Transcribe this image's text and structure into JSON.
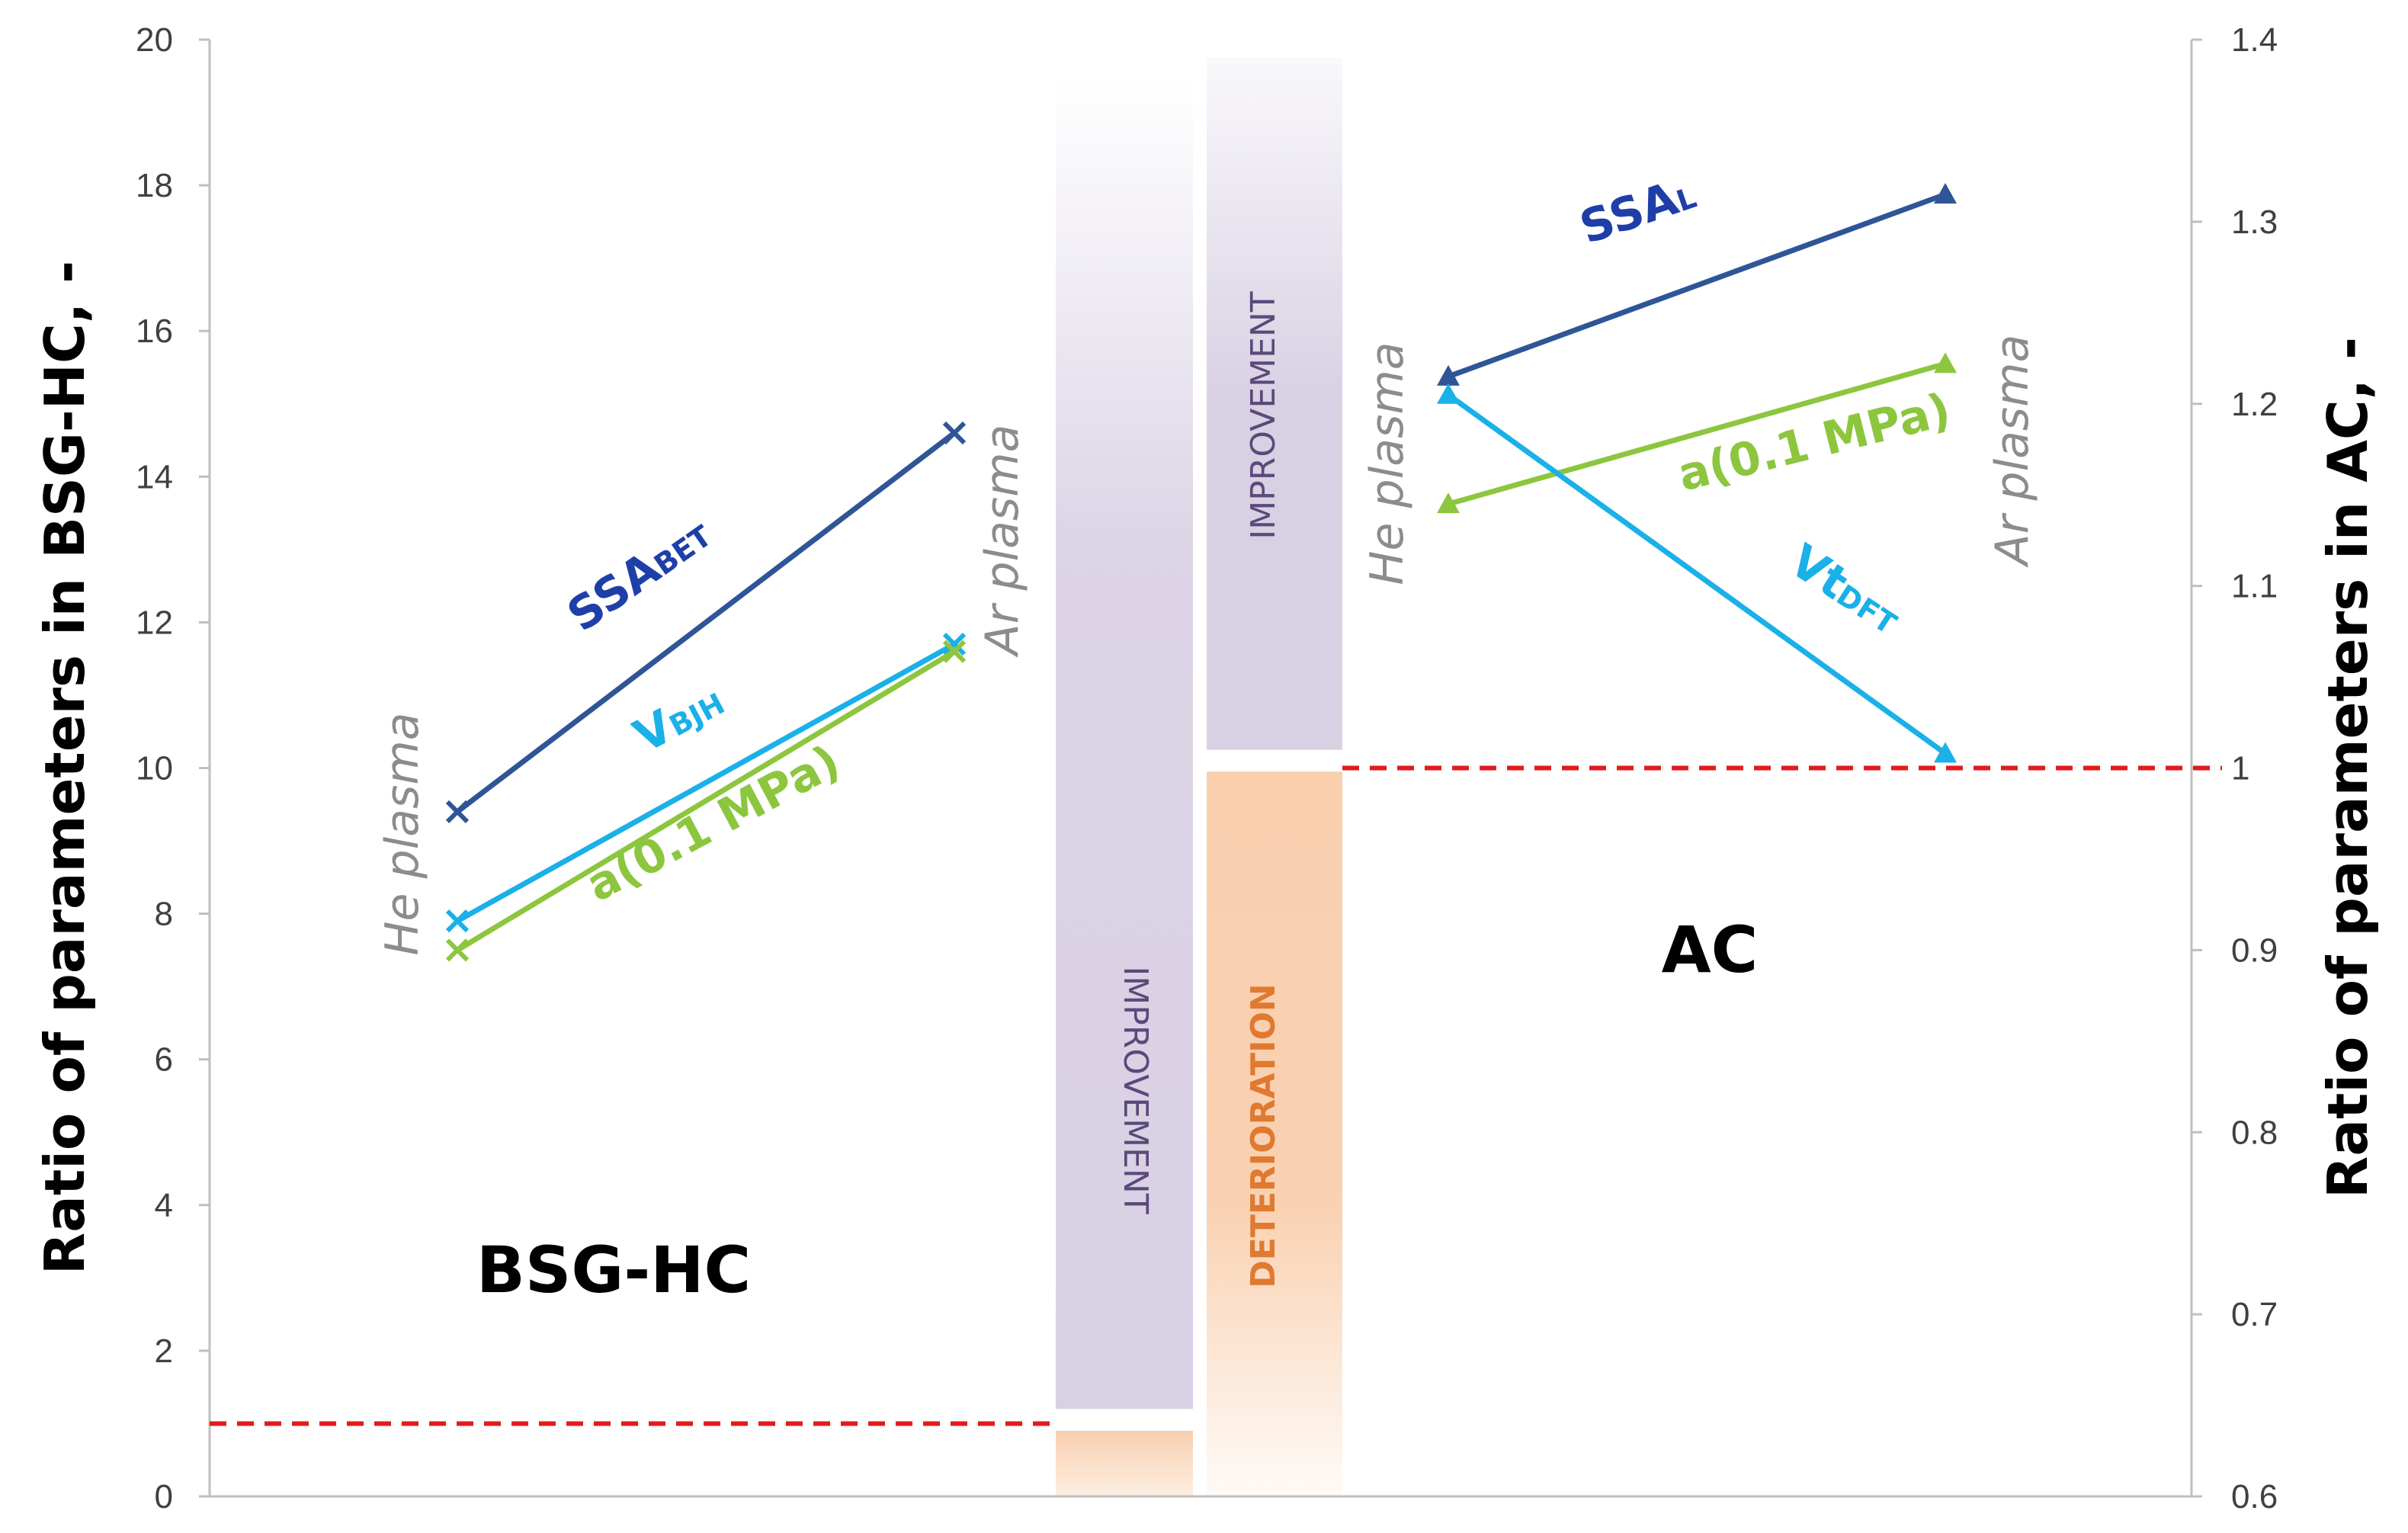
{
  "chart_data": {
    "type": "line",
    "left_axis": {
      "label": "Ratio of parameters in BSG-HC, -",
      "ylim": [
        0,
        20
      ],
      "ticks": [
        "0",
        "2",
        "4",
        "6",
        "8",
        "10",
        "12",
        "14",
        "16",
        "18",
        "20"
      ],
      "tick_values": [
        0,
        2,
        4,
        6,
        8,
        10,
        12,
        14,
        16,
        18,
        20
      ]
    },
    "right_axis": {
      "label": "Ratio of parameters in AC, -",
      "ylim": [
        0.6,
        1.4
      ],
      "ticks": [
        "0.6",
        "0.7",
        "0.8",
        "0.9",
        "1",
        "1.1",
        "1.2",
        "1.3",
        "1.4"
      ],
      "tick_values": [
        0.6,
        0.7,
        0.8,
        0.9,
        1.0,
        1.1,
        1.2,
        1.3,
        1.4
      ]
    },
    "reference_lines": [
      {
        "axis": "left",
        "value": 1,
        "style": "dashed",
        "color": "#e31a1c"
      },
      {
        "axis": "right",
        "value": 1,
        "style": "dashed",
        "color": "#e31a1c"
      }
    ],
    "groups": [
      {
        "region_label": "BSG-HC",
        "axis": "left",
        "point_labels": [
          "He plasma",
          "Ar plasma"
        ],
        "marker": "x",
        "series": [
          {
            "name": "SSA",
            "subscript": "BET",
            "color": "#2f5597",
            "values": [
              9.4,
              14.6
            ]
          },
          {
            "name": "V",
            "subscript": "BJH",
            "color": "#1ab0e8",
            "values": [
              7.9,
              11.7
            ]
          },
          {
            "name": "a(0.1 MPa)",
            "subscript": "",
            "color": "#8cc63e",
            "values": [
              7.5,
              11.6
            ]
          }
        ]
      },
      {
        "region_label": "AC",
        "axis": "right",
        "point_labels": [
          "He plasma",
          "Ar plasma"
        ],
        "marker": "triangle",
        "series": [
          {
            "name": "SSA",
            "subscript": "L",
            "color": "#2f5597",
            "values": [
              1.215,
              1.315
            ]
          },
          {
            "name": "a(0.1 MPa)",
            "subscript": "",
            "color": "#8cc63e",
            "values": [
              1.145,
              1.222
            ]
          },
          {
            "name": "Vt",
            "subscript": "DFT",
            "color": "#1ab0e8",
            "values": [
              1.205,
              1.008
            ]
          }
        ]
      }
    ],
    "zones": {
      "left": {
        "improvement_label": "IMPROVEMENT",
        "improvement_range": [
          1.2,
          19.5
        ],
        "deterioration_range": [
          0,
          0.9
        ]
      },
      "right": {
        "improvement_label": "IMPROVEMENT",
        "improvement_range": [
          1.01,
          1.39
        ],
        "deterioration_label": "DETERIORATION",
        "deterioration_range": [
          0.6,
          0.998
        ]
      }
    },
    "colors": {
      "improvement": "#d8d0e3",
      "deterioration": "#f9cfae",
      "improvement_text": "#5a4a7a",
      "deterioration_text": "#e07a30",
      "axis_line": "#bfbfbf",
      "sub_label_dark": "#1f3fa8",
      "sub_label_light": "#1ab0e8",
      "sub_label_green": "#8cc63e"
    }
  }
}
